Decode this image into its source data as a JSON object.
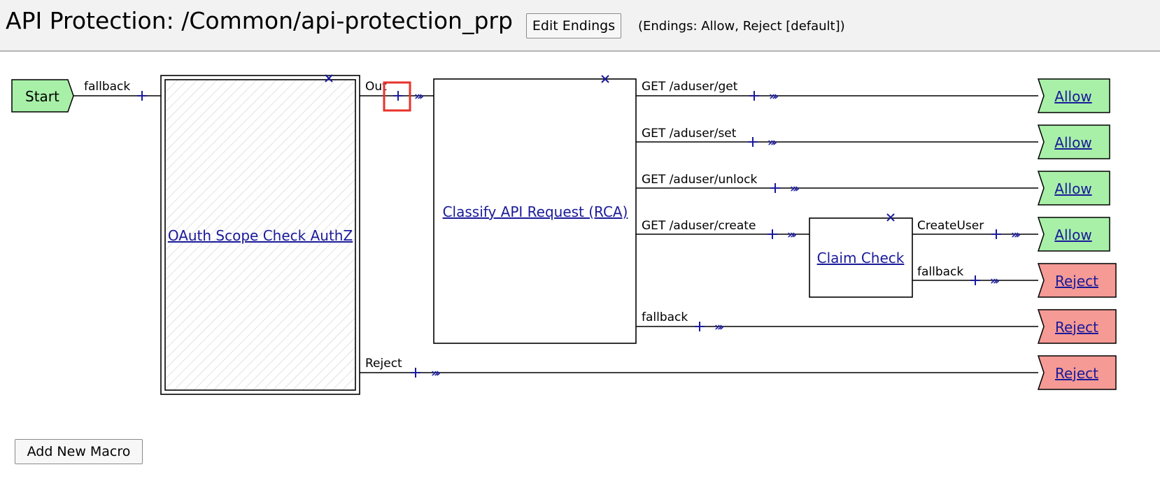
{
  "header": {
    "title": "API Protection: /Common/api-protection_prp",
    "edit_endings_label": "Edit Endings",
    "endings_note": "(Endings: Allow, Reject [default])"
  },
  "flow": {
    "start_label": "Start",
    "start_branch": "fallback",
    "macro_oauth": "OAuth Scope Check AuthZ",
    "oauth_out_branch": "Out",
    "oauth_reject_branch": "Reject",
    "macro_classify": "Classify API Request (RCA)",
    "classify_branches": [
      "GET /aduser/get",
      "GET /aduser/set",
      "GET /aduser/unlock",
      "GET /aduser/create",
      "fallback"
    ],
    "macro_claim": "Claim Check",
    "claim_branches": [
      "CreateUser",
      "fallback"
    ],
    "endings": [
      "Allow",
      "Allow",
      "Allow",
      "Allow",
      "Reject",
      "Reject",
      "Reject"
    ],
    "colors": {
      "allow": "#a8f0a8",
      "reject": "#f59a94",
      "start": "#a8f0a8",
      "link": "#1a1a9a",
      "highlight": "#e8322a"
    }
  },
  "footer": {
    "add_macro_label": "Add New Macro"
  }
}
